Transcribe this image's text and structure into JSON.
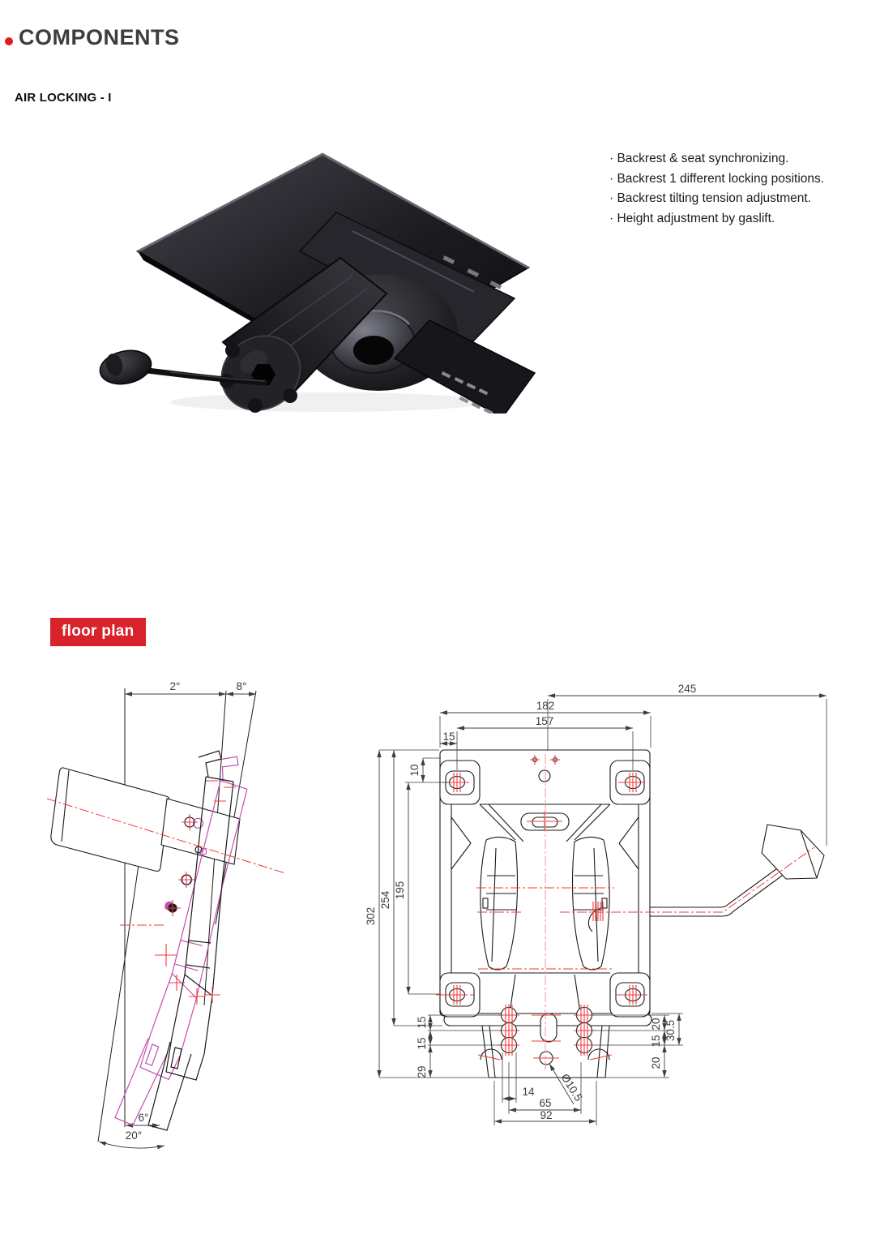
{
  "page": {
    "title": "COMPONENTS",
    "subtitle": "AIR LOCKING - I"
  },
  "features": {
    "items": [
      "· Backrest & seat synchronizing.",
      "· Backrest 1 different locking positions.",
      "· Backrest tilting tension adjustment.",
      "· Height adjustment by gaslift."
    ]
  },
  "floor_plan": {
    "label": "floor plan"
  },
  "side_view": {
    "angle_top_small": "2°",
    "angle_top_large": "8°",
    "angle_bottom_small": "6°",
    "angle_bottom_large": "20°"
  },
  "top_view": {
    "width_overall": "245",
    "width_plate": "182",
    "width_holes": "157",
    "offset_top": "15",
    "offset_hole": "10",
    "height_overall": "302",
    "height_plate": "254",
    "height_holes": "195",
    "left_15a": "15",
    "left_15b": "15",
    "left_29": "29",
    "right_20a": "20",
    "right_30_5": "30.5",
    "right_15": "15",
    "right_20b": "20",
    "bottom_14": "14",
    "bottom_65": "65",
    "bottom_92": "92",
    "hole_dia": "Ø10.5"
  },
  "colors": {
    "accent_red": "#d8232a",
    "bullet_red": "#e11b22",
    "line_black": "#1a1a1a",
    "centerline_red": "#f03b3b",
    "alt_position_magenta": "#c44fae",
    "title_gray": "#3d3d3d"
  }
}
